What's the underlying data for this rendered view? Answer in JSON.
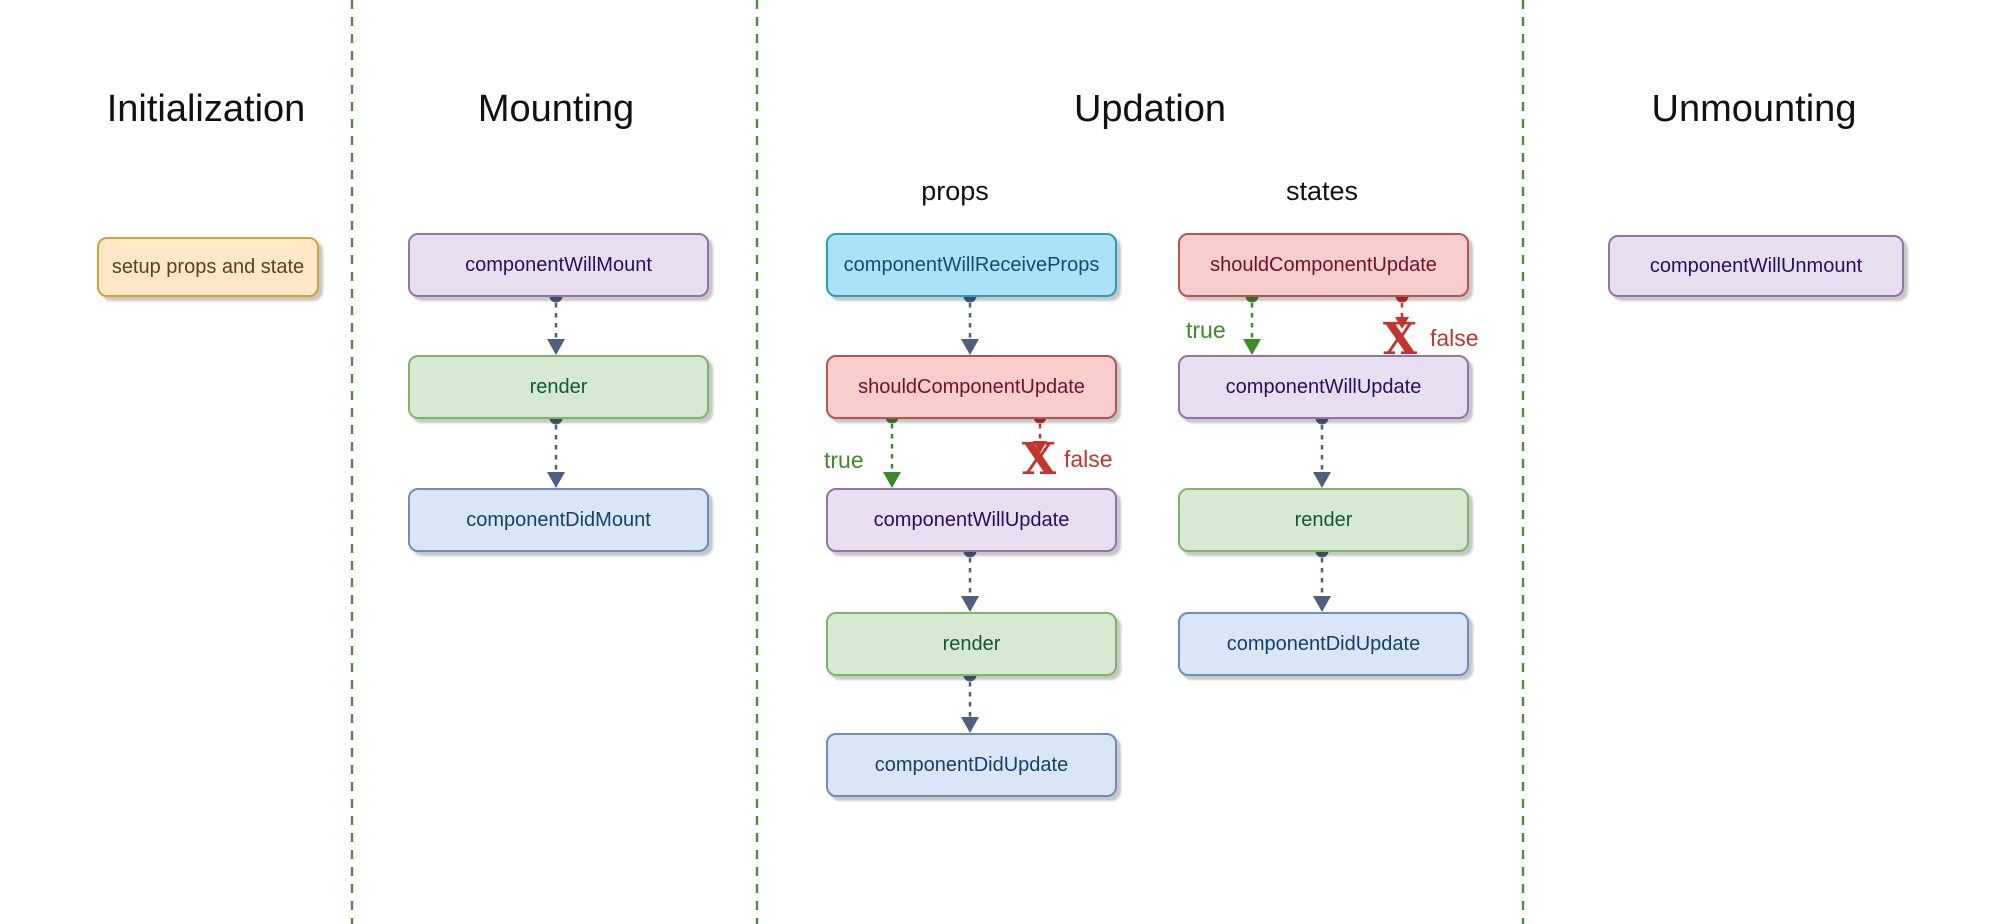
{
  "palette": {
    "title-color": "#111111",
    "divider-color": "#4E8C3E",
    "arrow-color": "#4D6080",
    "true-color": "#3D8C28",
    "false-color": "#C2352C",
    "orange-fill": "#FFE7C8",
    "orange-border": "#D2A138",
    "orange-text": "#55431F",
    "purple-fill": "#E9DDF0",
    "purple-border": "#9673A6",
    "purple-text": "#2A0E5E",
    "cyan-fill": "#ABE2F6",
    "cyan-border": "#2D9DBC",
    "cyan-text": "#184B70",
    "red-fill": "#F8CECC",
    "red-border": "#B85450",
    "red-text": "#70102F",
    "green-fill": "#D6E9D2",
    "green-border": "#7FB469",
    "green-text": "#14592A",
    "blue-fill": "#D8E6F8",
    "blue-border": "#6C8EBF",
    "blue-text": "#16406B"
  },
  "diagram": {
    "sections": {
      "initialization": {
        "title": "Initialization",
        "boxes": [
          {
            "label": "setup props and state",
            "color": "orange"
          }
        ]
      },
      "mounting": {
        "title": "Mounting",
        "boxes": [
          {
            "label": "componentWillMount",
            "color": "purple"
          },
          {
            "label": "render",
            "color": "green"
          },
          {
            "label": "componentDidMount",
            "color": "blue"
          }
        ]
      },
      "updation": {
        "title": "Updation",
        "props_flow": {
          "label": "props",
          "boxes": [
            {
              "label": "componentWillReceiveProps",
              "color": "cyan"
            },
            {
              "label": "shouldComponentUpdate",
              "color": "red"
            },
            {
              "label": "componentWillUpdate",
              "color": "purple"
            },
            {
              "label": "render",
              "color": "green"
            },
            {
              "label": "componentDidUpdate",
              "color": "blue"
            }
          ],
          "branch": {
            "true_label": "true",
            "false_label": "false",
            "false_icon": "X"
          }
        },
        "states_flow": {
          "label": "states",
          "boxes": [
            {
              "label": "shouldComponentUpdate",
              "color": "red"
            },
            {
              "label": "componentWillUpdate",
              "color": "purple"
            },
            {
              "label": "render",
              "color": "green"
            },
            {
              "label": "componentDidUpdate",
              "color": "blue"
            }
          ],
          "branch": {
            "true_label": "true",
            "false_label": "false",
            "false_icon": "X"
          }
        }
      },
      "unmounting": {
        "title": "Unmounting",
        "boxes": [
          {
            "label": "componentWillUnmount",
            "color": "purple"
          }
        ]
      }
    }
  }
}
